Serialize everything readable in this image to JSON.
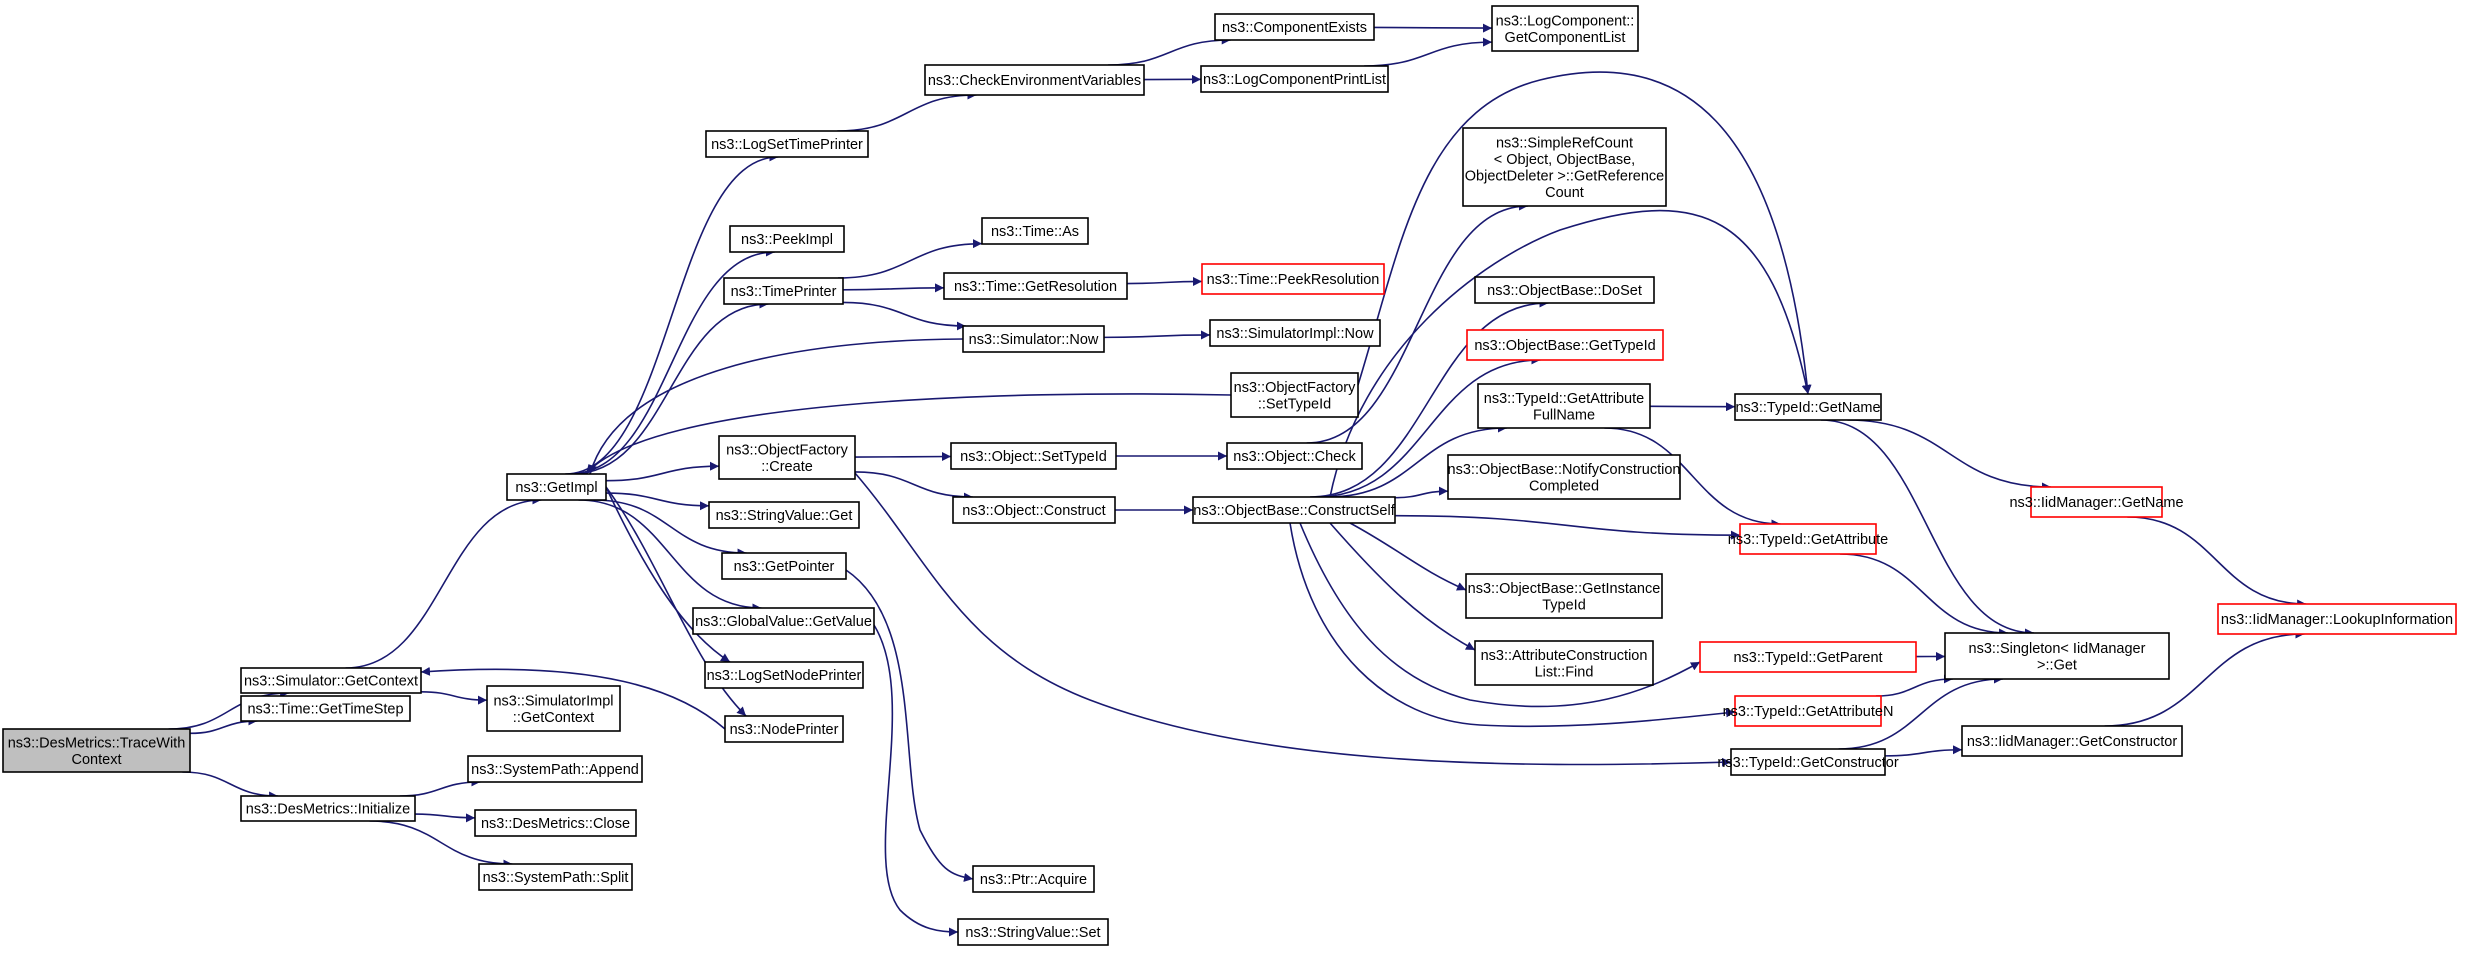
{
  "colors": {
    "edge": "#191970",
    "root_fill": "#bfbfbf",
    "missing_border": "#ff0000"
  },
  "nodes": [
    {
      "id": "root",
      "lines": [
        "ns3::DesMetrics::TraceWith",
        "Context"
      ],
      "root": true
    },
    {
      "id": "simGetContext",
      "lines": [
        "ns3::Simulator::GetContext"
      ]
    },
    {
      "id": "timeGetTimeStep",
      "lines": [
        "ns3::Time::GetTimeStep"
      ]
    },
    {
      "id": "desInit",
      "lines": [
        "ns3::DesMetrics::Initialize"
      ]
    },
    {
      "id": "getImpl",
      "lines": [
        "ns3::GetImpl"
      ]
    },
    {
      "id": "simImplGetContext",
      "lines": [
        "ns3::SimulatorImpl",
        "::GetContext"
      ]
    },
    {
      "id": "spAppend",
      "lines": [
        "ns3::SystemPath::Append"
      ]
    },
    {
      "id": "desClose",
      "lines": [
        "ns3::DesMetrics::Close"
      ]
    },
    {
      "id": "spSplit",
      "lines": [
        "ns3::SystemPath::Split"
      ]
    },
    {
      "id": "logSetTimePrinter",
      "lines": [
        "ns3::LogSetTimePrinter"
      ]
    },
    {
      "id": "peekImpl",
      "lines": [
        "ns3::PeekImpl"
      ]
    },
    {
      "id": "timePrinter",
      "lines": [
        "ns3::TimePrinter"
      ]
    },
    {
      "id": "ofCreate",
      "lines": [
        "ns3::ObjectFactory",
        "::Create"
      ]
    },
    {
      "id": "svGet",
      "lines": [
        "ns3::StringValue::Get"
      ]
    },
    {
      "id": "getPointer",
      "lines": [
        "ns3::GetPointer"
      ]
    },
    {
      "id": "gvGetValue",
      "lines": [
        "ns3::GlobalValue::GetValue"
      ]
    },
    {
      "id": "logSetNodePrinter",
      "lines": [
        "ns3::LogSetNodePrinter"
      ]
    },
    {
      "id": "nodePrinter",
      "lines": [
        "ns3::NodePrinter"
      ]
    },
    {
      "id": "checkEnv",
      "lines": [
        "ns3::CheckEnvironmentVariables"
      ]
    },
    {
      "id": "timeAs",
      "lines": [
        "ns3::Time::As"
      ]
    },
    {
      "id": "timeGetRes",
      "lines": [
        "ns3::Time::GetResolution"
      ]
    },
    {
      "id": "simNow",
      "lines": [
        "ns3::Simulator::Now"
      ]
    },
    {
      "id": "objSetTypeId",
      "lines": [
        "ns3::Object::SetTypeId"
      ]
    },
    {
      "id": "objConstruct",
      "lines": [
        "ns3::Object::Construct"
      ]
    },
    {
      "id": "ptrAcquire",
      "lines": [
        "ns3::Ptr::Acquire"
      ]
    },
    {
      "id": "svSet",
      "lines": [
        "ns3::StringValue::Set"
      ]
    },
    {
      "id": "compExists",
      "lines": [
        "ns3::ComponentExists"
      ]
    },
    {
      "id": "logCompPrintList",
      "lines": [
        "ns3::LogComponentPrintList"
      ]
    },
    {
      "id": "timePeekRes",
      "lines": [
        "ns3::Time::PeekResolution"
      ],
      "red": true
    },
    {
      "id": "simImplNow",
      "lines": [
        "ns3::SimulatorImpl::Now"
      ]
    },
    {
      "id": "ofSetTypeId",
      "lines": [
        "ns3::ObjectFactory",
        "::SetTypeId"
      ]
    },
    {
      "id": "objCheck",
      "lines": [
        "ns3::Object::Check"
      ]
    },
    {
      "id": "obConstructSelf",
      "lines": [
        "ns3::ObjectBase::ConstructSelf"
      ]
    },
    {
      "id": "logCompGetList",
      "lines": [
        "ns3::LogComponent::",
        "GetComponentList"
      ]
    },
    {
      "id": "simpleRefCount",
      "lines": [
        "ns3::SimpleRefCount",
        "< Object, ObjectBase,",
        "ObjectDeleter >::GetReference",
        "Count"
      ]
    },
    {
      "id": "obDoSet",
      "lines": [
        "ns3::ObjectBase::DoSet"
      ]
    },
    {
      "id": "obGetTypeId",
      "lines": [
        "ns3::ObjectBase::GetTypeId"
      ],
      "red": true
    },
    {
      "id": "tidGetAttrFullName",
      "lines": [
        "ns3::TypeId::GetAttribute",
        "FullName"
      ]
    },
    {
      "id": "obNotifyConstruction",
      "lines": [
        "ns3::ObjectBase::NotifyConstruction",
        "Completed"
      ]
    },
    {
      "id": "obGetInstanceTypeId",
      "lines": [
        "ns3::ObjectBase::GetInstance",
        "TypeId"
      ]
    },
    {
      "id": "acListFind",
      "lines": [
        "ns3::AttributeConstruction",
        "List::Find"
      ]
    },
    {
      "id": "tidGetName",
      "lines": [
        "ns3::TypeId::GetName"
      ]
    },
    {
      "id": "tidGetAttribute",
      "lines": [
        "ns3::TypeId::GetAttribute"
      ],
      "red": true
    },
    {
      "id": "tidGetParent",
      "lines": [
        "ns3::TypeId::GetParent"
      ],
      "red": true
    },
    {
      "id": "tidGetAttributeN",
      "lines": [
        "ns3::TypeId::GetAttributeN"
      ],
      "red": true
    },
    {
      "id": "tidGetConstructor",
      "lines": [
        "ns3::TypeId::GetConstructor"
      ]
    },
    {
      "id": "singletonGet",
      "lines": [
        "ns3::Singleton< IidManager",
        ">::Get"
      ]
    },
    {
      "id": "iidGetConstructor",
      "lines": [
        "ns3::IidManager::GetConstructor"
      ]
    },
    {
      "id": "iidGetName",
      "lines": [
        "ns3::IidManager::GetName"
      ],
      "red": true
    },
    {
      "id": "iidLookup",
      "lines": [
        "ns3::IidManager::LookupInformation"
      ],
      "red": true
    }
  ],
  "edges": [
    [
      "root",
      "simGetContext"
    ],
    [
      "root",
      "timeGetTimeStep"
    ],
    [
      "root",
      "desInit"
    ],
    [
      "simGetContext",
      "getImpl"
    ],
    [
      "simGetContext",
      "simImplGetContext"
    ],
    [
      "desInit",
      "spAppend"
    ],
    [
      "desInit",
      "desClose"
    ],
    [
      "desInit",
      "spSplit"
    ],
    [
      "getImpl",
      "logSetTimePrinter"
    ],
    [
      "getImpl",
      "peekImpl"
    ],
    [
      "getImpl",
      "timePrinter"
    ],
    [
      "getImpl",
      "ofCreate"
    ],
    [
      "getImpl",
      "svGet"
    ],
    [
      "getImpl",
      "getPointer"
    ],
    [
      "getImpl",
      "gvGetValue"
    ],
    [
      "getImpl",
      "logSetNodePrinter"
    ],
    [
      "getImpl",
      "nodePrinter"
    ],
    [
      "logSetTimePrinter",
      "checkEnv"
    ],
    [
      "checkEnv",
      "compExists"
    ],
    [
      "checkEnv",
      "logCompPrintList"
    ],
    [
      "compExists",
      "logCompGetList"
    ],
    [
      "logCompPrintList",
      "logCompGetList"
    ],
    [
      "timePrinter",
      "timeAs"
    ],
    [
      "timePrinter",
      "timeGetRes"
    ],
    [
      "timePrinter",
      "simNow"
    ],
    [
      "timeGetRes",
      "timePeekRes"
    ],
    [
      "simNow",
      "simImplNow"
    ],
    [
      "simNow",
      "getImpl"
    ],
    [
      "ofSetTypeId",
      "getImpl"
    ],
    [
      "ofSetTypeId",
      "tidGetName"
    ],
    [
      "ofCreate",
      "objSetTypeId"
    ],
    [
      "ofCreate",
      "objConstruct"
    ],
    [
      "ofCreate",
      "tidGetConstructor"
    ],
    [
      "objSetTypeId",
      "objCheck"
    ],
    [
      "objCheck",
      "simpleRefCount"
    ],
    [
      "objConstruct",
      "obConstructSelf"
    ],
    [
      "obConstructSelf",
      "tidGetName"
    ],
    [
      "obConstructSelf",
      "obDoSet"
    ],
    [
      "obConstructSelf",
      "obGetTypeId"
    ],
    [
      "obConstructSelf",
      "tidGetAttrFullName"
    ],
    [
      "obConstructSelf",
      "obNotifyConstruction"
    ],
    [
      "obConstructSelf",
      "tidGetAttribute"
    ],
    [
      "obConstructSelf",
      "obGetInstanceTypeId"
    ],
    [
      "obConstructSelf",
      "acListFind"
    ],
    [
      "obConstructSelf",
      "tidGetParent"
    ],
    [
      "obConstructSelf",
      "tidGetAttributeN"
    ],
    [
      "tidGetAttrFullName",
      "tidGetName"
    ],
    [
      "tidGetAttrFullName",
      "tidGetAttribute"
    ],
    [
      "tidGetName",
      "singletonGet"
    ],
    [
      "tidGetName",
      "iidGetName"
    ],
    [
      "tidGetAttribute",
      "singletonGet"
    ],
    [
      "tidGetParent",
      "singletonGet"
    ],
    [
      "tidGetAttributeN",
      "singletonGet"
    ],
    [
      "tidGetConstructor",
      "singletonGet"
    ],
    [
      "tidGetConstructor",
      "iidGetConstructor"
    ],
    [
      "iidGetName",
      "iidLookup"
    ],
    [
      "iidGetConstructor",
      "iidLookup"
    ],
    [
      "getPointer",
      "ptrAcquire"
    ],
    [
      "gvGetValue",
      "svSet"
    ],
    [
      "nodePrinter",
      "simGetContext"
    ]
  ]
}
